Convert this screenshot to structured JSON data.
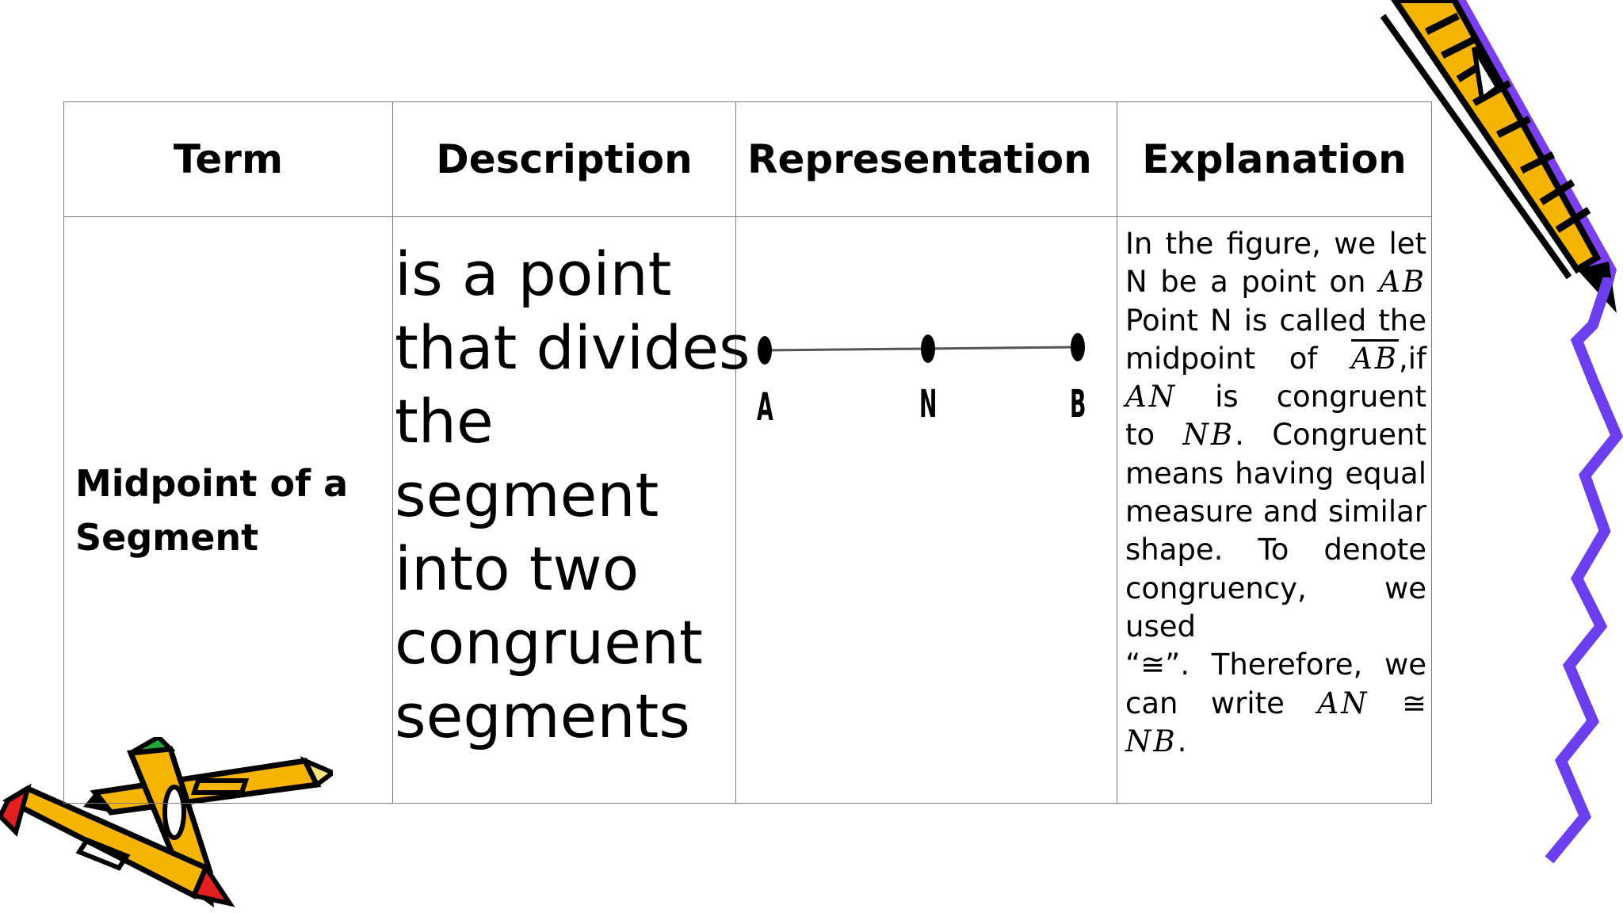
{
  "headers": {
    "term": "Term",
    "description": "Description",
    "representation": "Representation",
    "explanation": "Explanation"
  },
  "row": {
    "term_line1": "Midpoint of a",
    "term_line2": "Segment",
    "description_lines": [
      "is a point",
      "that divides",
      "the",
      "segment",
      "into two",
      "congruent",
      "segments"
    ],
    "points": {
      "a": "A",
      "n": "N",
      "b": "B"
    },
    "explanation_lines": {
      "l1": "In the figure, we let",
      "l2a": "N be a point on",
      "l2b": "AB",
      "l3": "Point N is called the",
      "l4a": "midpoint of",
      "l4b": "AB",
      "l4c": ",if",
      "l5a": "AN",
      "l5b": "is congruent",
      "l6a": "to",
      "l6b": "NB",
      "l6c": ". Congruent",
      "l7": "means having equal",
      "l8": "measure and similar",
      "l9": "shape. To denote",
      "l10": "congruency, we used",
      "l11": "“≅”. Therefore, we",
      "l12a": "can write",
      "l12b": "AN",
      "l12c": "≅",
      "l13a": "NB",
      "l13b": "."
    }
  },
  "colors": {
    "pencil_yellow": "#f5b400",
    "pencil_purple": "#7b3ff2",
    "scribble": "#6b3ff0",
    "green": "#22a83a",
    "red": "#e31f1f"
  },
  "icons": [
    "pencil-clipart",
    "scribble-decoration",
    "crossed-pencils-clipart"
  ]
}
